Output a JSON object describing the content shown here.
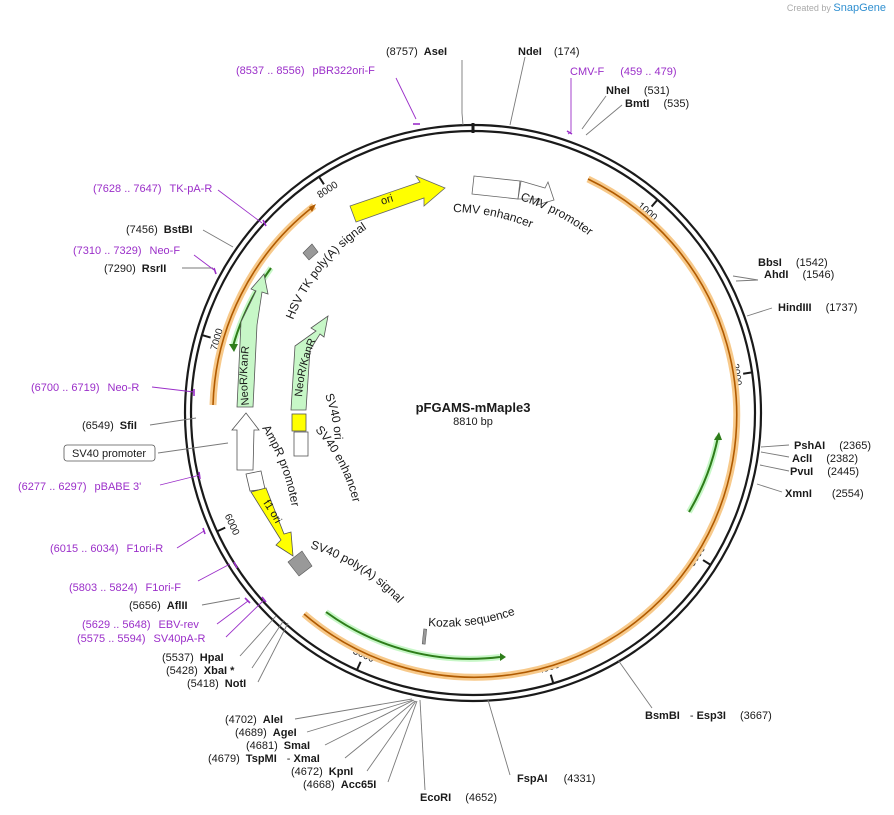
{
  "watermark": {
    "created_by": "Created by",
    "brand": "SnapGene"
  },
  "plasmid": {
    "name": "pFGAMS-mMaple3",
    "size_label": "8810 bp"
  },
  "ticks": [
    "1000",
    "2000",
    "3000",
    "4000",
    "5000",
    "6000",
    "7000",
    "8000"
  ],
  "enzymes": [
    {
      "name": "AseI",
      "pos": "(8757)"
    },
    {
      "name": "NdeI",
      "pos": "(174)"
    },
    {
      "name": "NheI",
      "pos": "(531)"
    },
    {
      "name": "BmtI",
      "pos": "(535)"
    },
    {
      "name": "BbsI",
      "pos": "(1542)"
    },
    {
      "name": "AhdI",
      "pos": "(1546)"
    },
    {
      "name": "HindIII",
      "pos": "(1737)"
    },
    {
      "name": "PshAI",
      "pos": "(2365)"
    },
    {
      "name": "AclI",
      "pos": "(2382)"
    },
    {
      "name": "PvuI",
      "pos": "(2445)"
    },
    {
      "name": "XmnI",
      "pos": "(2554)"
    },
    {
      "name": "BsmBI",
      "sep": "- ",
      "name2": "Esp3I",
      "pos": "(3667)"
    },
    {
      "name": "FspAI",
      "pos": "(4331)"
    },
    {
      "name": "EcoRI",
      "pos": "(4652)"
    },
    {
      "name": "Acc65I",
      "pos": "(4668)"
    },
    {
      "name": "KpnI",
      "pos": "(4672)"
    },
    {
      "name": "TspMI",
      "sep": "- ",
      "name2": "XmaI",
      "pos": "(4679)"
    },
    {
      "name": "SmaI",
      "pos": "(4681)"
    },
    {
      "name": "AgeI",
      "pos": "(4689)"
    },
    {
      "name": "AleI",
      "pos": "(4702)"
    },
    {
      "name": "NotI",
      "pos": "(5418)"
    },
    {
      "name": "XbaI *",
      "pos": "(5428)"
    },
    {
      "name": "HpaI",
      "pos": "(5537)"
    },
    {
      "name": "AflII",
      "pos": "(5656)"
    },
    {
      "name": "SfiI",
      "pos": "(6549)"
    },
    {
      "name": "RsrII",
      "pos": "(7290)"
    },
    {
      "name": "BstBI",
      "pos": "(7456)"
    }
  ],
  "primers": [
    {
      "range": "(8537 .. 8556)",
      "name": "pBR322ori-F"
    },
    {
      "range": "(459 .. 479)",
      "name": "CMV-F"
    },
    {
      "range": "(7628 .. 7647)",
      "name": "TK-pA-R"
    },
    {
      "range": "(7310 .. 7329)",
      "name": "Neo-F"
    },
    {
      "range": "(6700 .. 6719)",
      "name": "Neo-R"
    },
    {
      "range": "(6277 .. 6297)",
      "name": "pBABE 3'"
    },
    {
      "range": "(6015 .. 6034)",
      "name": "F1ori-R"
    },
    {
      "range": "(5803 .. 5824)",
      "name": "F1ori-F"
    },
    {
      "range": "(5629 .. 5648)",
      "name": "EBV-rev"
    },
    {
      "range": "(5575 .. 5594)",
      "name": "SV40pA-R"
    }
  ],
  "features": {
    "ori": "ori",
    "cmv_enhancer": "CMV enhancer",
    "cmv_promoter": "CMV promoter",
    "hsv_tk_polya": "HSV TK poly(A) signal",
    "neo_outer": "NeoR/KanR",
    "neo_inner": "NeoR/KanR",
    "sv40_ori": "SV40 ori",
    "sv40_enhancer": "SV40 enhancer",
    "ampr_promoter": "AmpR promoter",
    "f1_ori": "f1 ori",
    "sv40_polya": "SV40 poly(A) signal",
    "kozak": "Kozak sequence",
    "sv40_promoter": "SV40 promoter"
  },
  "colors": {
    "backbone": "#1a1a1a",
    "primer": "#9b2fc9",
    "ori_fill": "#ffff00",
    "marker_fill": "#c7f7c7",
    "orf_glow": "#f7c98a",
    "orf_line": "#b05a00",
    "green_line": "#2e7d1a",
    "terminator": "#999999"
  }
}
